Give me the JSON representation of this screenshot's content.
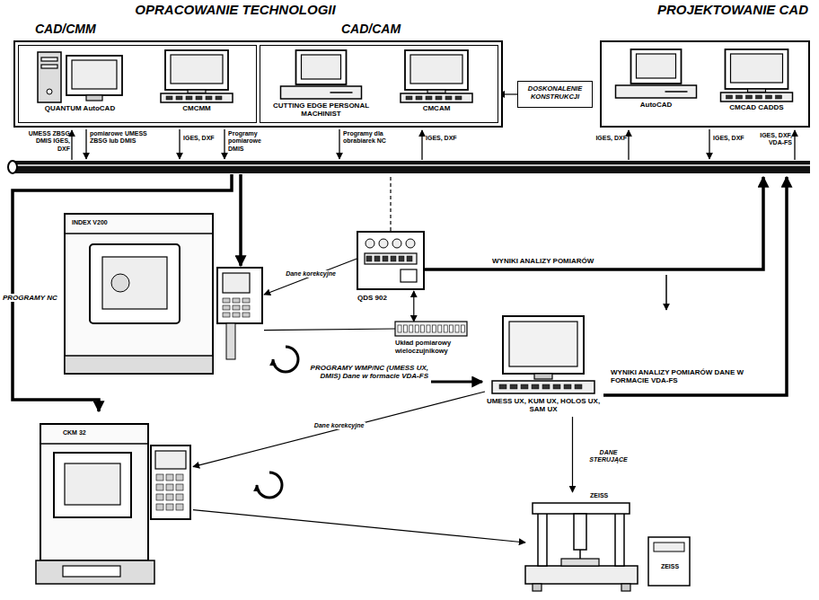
{
  "diagram": {
    "nodes": [
      {
        "text": [
          "OPRACOWANIE TECHNOLOGII"
        ]
      },
      {
        "text": [
          "CAD/CMM"
        ],
        "in": 0
      },
      {
        "text": [
          "CAD/CAM"
        ],
        "in": 0
      },
      {
        "text": [
          "QUANTUM AutoCAD"
        ],
        "in": 1
      },
      {
        "text": [
          "CMCMM"
        ],
        "in": 1
      },
      {
        "text": [
          "CUTTING EDGE PERSONAL MACHINIST"
        ],
        "in": 2
      },
      {
        "text": [
          "CMCAM"
        ],
        "in": 2
      },
      {
        "text": [
          "DOSKONALENIE KONSTRUKCJI"
        ]
      },
      {
        "text": [
          "PROJEKTOWANIE CAD"
        ]
      },
      {
        "text": [
          "AutoCAD"
        ],
        "in": 8
      },
      {
        "text": [
          "CMCAD CADDS"
        ],
        "in": 8
      },
      {
        "text": [
          "INDEX V200"
        ]
      },
      {
        "text": [
          "QDS 902"
        ]
      },
      {
        "text": [
          "Układ pomiarowy wieloczujnikowy"
        ]
      },
      {
        "text": [
          "UMESS UX, KUM UX, HOLOS UX, SAM UX"
        ]
      },
      {
        "text": [
          "CKM 32"
        ]
      },
      {
        "text": [
          "ZEISS"
        ]
      }
    ],
    "edges": [
      {
        "from": 7,
        "to": 2,
        "arrow": "to"
      },
      {
        "from": 12,
        "to": 11,
        "label": "Dane korekcyjne",
        "arrow": "to"
      },
      {
        "from": 13,
        "to": 12,
        "arrow": "both"
      },
      {
        "from": 13,
        "to": 11,
        "arrow": "none"
      },
      {
        "from": 14,
        "to": 15,
        "label": "Dane korekcyjne",
        "arrow": "to"
      },
      {
        "from": 14,
        "to": 16,
        "label": "DANE STERUJĄCE",
        "arrow": "to"
      },
      {
        "from": 15,
        "to": 16,
        "arrow": "to"
      }
    ],
    "labels": [
      "UMESS ZBSG DMIS IGES, DXF",
      "pomiarowe UMESS ZBSG lub DMIS",
      "IGES, DXF",
      "Programy pomiarowe DMIS",
      "Programy dla obrabiarek NC",
      "IGES, DXF",
      "IGES, DXF",
      "IGES, DXF",
      "IGES, DXF, VDA-FS",
      "PROGRAMY NC",
      "WYNIKI ANALIZY POMIARÓW",
      "PROGRAMY WMP/NC (UMESS UX, DMIS) Dane w formacie VDA-FS",
      "WYNIKI ANALIZY POMIARÓW DANE W FORMACIE VDA-FS",
      "ZEISS"
    ]
  }
}
